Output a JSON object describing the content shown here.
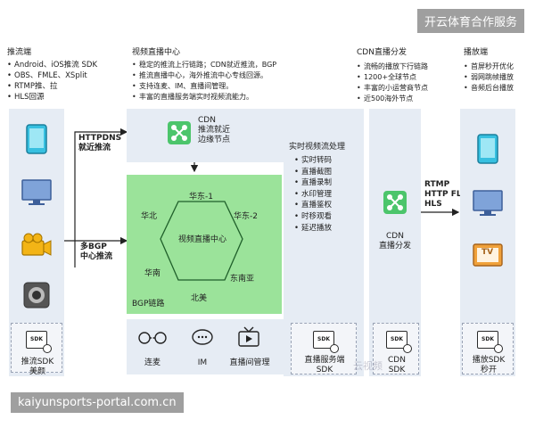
{
  "watermark_top": "开云体育合作服务",
  "watermark_bottom": "kaiyunsports-portal.com.cn",
  "faint_watermark": "云视频",
  "push": {
    "title": "推流端",
    "bullets": [
      "Android、iOS推流 SDK",
      "OBS、FMLE、XSplit",
      "RTMP推、拉",
      "HLS回源"
    ],
    "sdk_label": "推流SDK\n美颜"
  },
  "center": {
    "title": "视频直播中心",
    "bullets": [
      "稳定的推流上行链路；CDN就近推流，BGP",
      "推流直播中心，海外推流中心专线回源。",
      "支持连麦、IM、直播间管理。",
      "丰富的直播服务端实时视频流能力。"
    ],
    "cdn_edge": "CDN\n推流就近\n边缘节点",
    "hub": "视频直播中心",
    "regions": [
      "华东-1",
      "华东-2",
      "华北",
      "华南",
      "东南亚",
      "北美"
    ],
    "bgp_label": "BGP链路",
    "features": [
      "连麦",
      "IM",
      "直播间管理"
    ]
  },
  "arrows": {
    "httpdns": "HTTPDNS\n就近推流",
    "bgp_multi": "多BGP\n中心推流",
    "protocols": "RTMP\nHTTP FLV\nHLS"
  },
  "processing": {
    "title": "实时视频流处理",
    "items": [
      "实时转码",
      "直播截图",
      "直播录制",
      "水印管理",
      "直播鉴权",
      "时移观看",
      "延迟播放"
    ],
    "sdk_label": "直播服务端\nSDK"
  },
  "cdn": {
    "title": "CDN直播分发",
    "bullets": [
      "流畅的播放下行链路",
      "1200+全球节点",
      "丰富的小运营商节点",
      "近500海外节点"
    ],
    "node_label": "CDN\n直播分发",
    "sdk_label": "CDN\nSDK"
  },
  "play": {
    "title": "播放端",
    "bullets": [
      "首屏秒开优化",
      "弱网跳帧播放",
      "音频后台播放"
    ],
    "tv": "TV",
    "sdk_label": "播放SDK\n秒开"
  },
  "colors": {
    "accent_blue": "#3d8be0",
    "green": "#4cc56b",
    "green_area": "#9be39a",
    "column_bg": "#e6ecf4"
  }
}
